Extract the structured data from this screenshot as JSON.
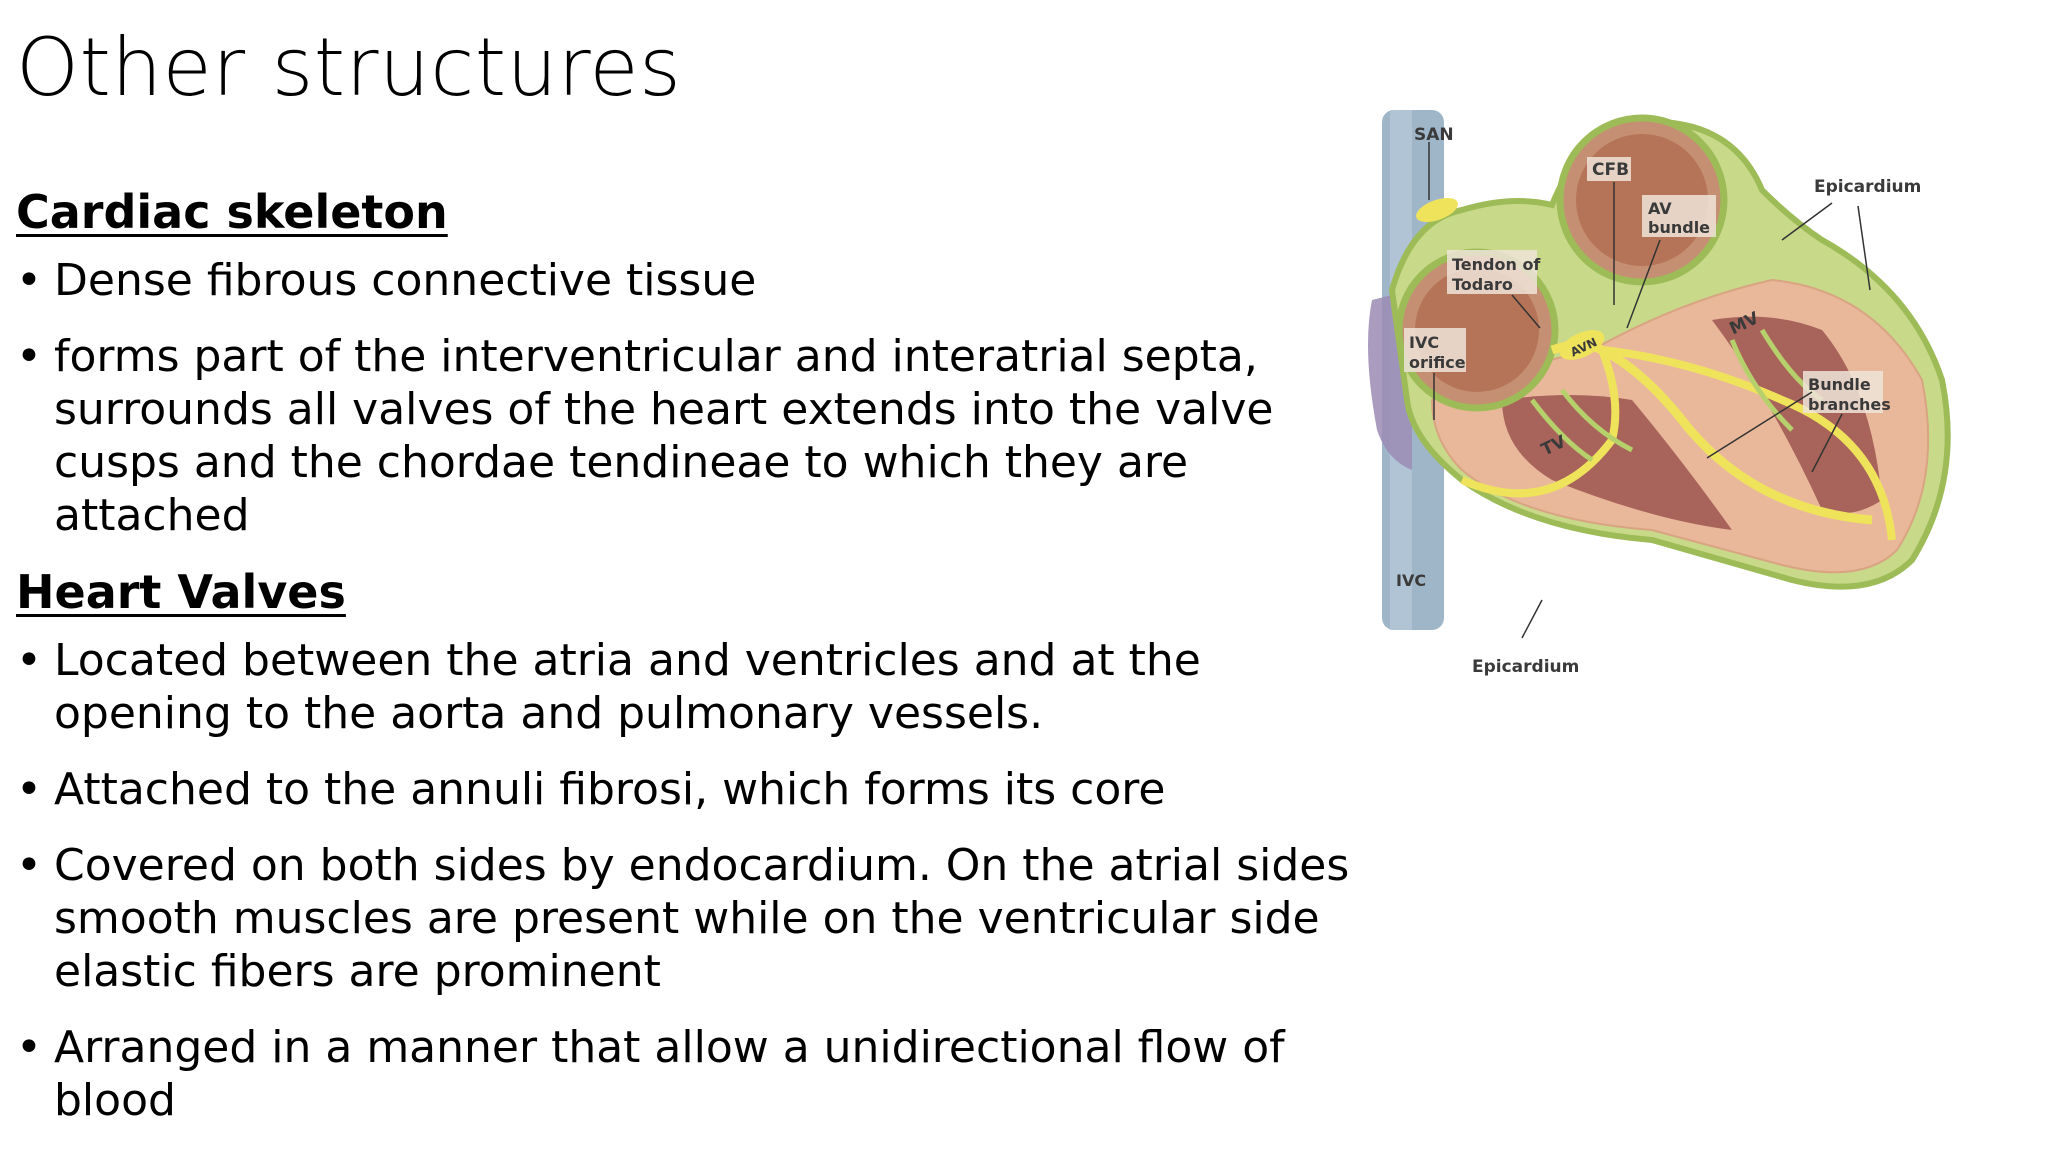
{
  "slide": {
    "title": "Other structures"
  },
  "sections": [
    {
      "heading": "Cardiac skeleton",
      "bullets": [
        "Dense fibrous connective tissue",
        "forms part of the interventricular and interatrial septa, surrounds all valves of the heart extends into the valve cusps and the chordae tendineae to which they are attached"
      ]
    },
    {
      "heading": "Heart Valves",
      "bullets": [
        "Located between the atria and ventricles and at the opening to the aorta and pulmonary vessels.",
        "Attached to the annuli fibrosi, which forms its core",
        "Covered on both sides by endocardium. On the atrial sides smooth muscles are present while on the ventricular side elastic fibers are prominent",
        "Arranged in a manner that allow a unidirectional flow of blood"
      ]
    }
  ],
  "figure": {
    "labels": {
      "san": "SAN",
      "cfb": "CFB",
      "av_bundle_1": "AV",
      "av_bundle_2": "bundle",
      "tendon_1": "Tendon of",
      "tendon_2": "Todaro",
      "ivc_orifice_1": "IVC",
      "ivc_orifice_2": "orifice",
      "avn": "AVN",
      "tv": "TV",
      "mv": "MV",
      "epicardium_top": "Epicardium",
      "bundle_branches_1": "Bundle",
      "bundle_branches_2": "branches",
      "ivc": "IVC",
      "epicardium_bottom": "Epicardium"
    }
  }
}
